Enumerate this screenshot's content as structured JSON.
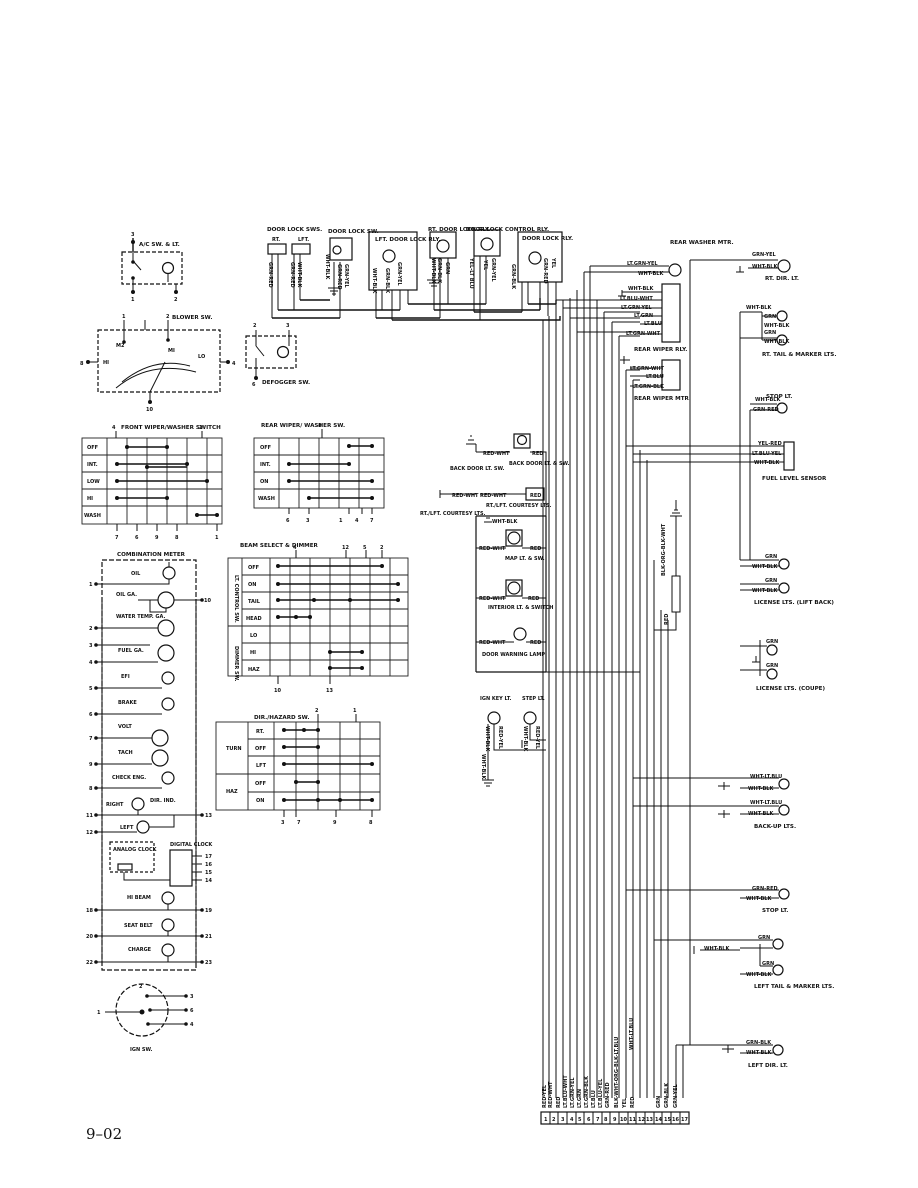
{
  "page_number": "9–02",
  "ac_switch": {
    "title": "A/C SW. & LT.",
    "pins": [
      "3",
      "1",
      "2"
    ]
  },
  "blower_switch": {
    "title": "BLOWER SW.",
    "pins": [
      "1",
      "2",
      "8",
      "4",
      "10"
    ],
    "positions": [
      "M2",
      "MI",
      "HI",
      "LO"
    ]
  },
  "defogger_switch": {
    "title": "DEFOGGER SW.",
    "pins": [
      "2",
      "3",
      "6"
    ]
  },
  "front_wiper_switch": {
    "title": "FRONT WIPER/WASHER SWITCH",
    "top_pins": [
      "4",
      "2"
    ],
    "rows": [
      "OFF",
      "INT.",
      "LOW",
      "HI",
      "WASH"
    ],
    "bottom_pins": [
      "7",
      "6",
      "9",
      "8",
      "1"
    ]
  },
  "rear_wiper_switch": {
    "title": "REAR WIPER/ WASHER SW.",
    "top_pins": [
      "8"
    ],
    "rows": [
      "OFF",
      "INT.",
      "ON",
      "WASH"
    ],
    "bottom_pins": [
      "6",
      "3",
      "1",
      "4",
      "7"
    ]
  },
  "beam_select": {
    "title": "BEAM SELECT & DIMMER",
    "group1": "LT. CONTROL SW.",
    "group2": "DIMMER SW.",
    "rows": [
      "OFF",
      "ON",
      "TAIL",
      "HEAD",
      "LO",
      "HI",
      "HAZ"
    ],
    "top_pins": [
      "4",
      "12",
      "5",
      "2"
    ],
    "bottom_pins": [
      "10",
      "13"
    ]
  },
  "dir_hazard": {
    "title": "DIR./HAZARD SW.",
    "top_pins": [
      "2",
      "1"
    ],
    "group1": "TURN",
    "group2": "HAZ",
    "rows": [
      "RT.",
      "OFF",
      "LFT",
      "OFF",
      "ON"
    ],
    "bottom_pins": [
      "3",
      "7",
      "9",
      "8"
    ]
  },
  "combination_meter": {
    "title": "COMBINATION METER",
    "items": [
      "OIL",
      "OIL GA.",
      "WATER TEMP. GA.",
      "FUEL GA.",
      "EFI",
      "BRAKE",
      "VOLT",
      "TACH",
      "CHECK ENG.",
      "DIR. IND.",
      "RIGHT",
      "LEFT",
      "ANALOG CLOCK",
      "DIGITAL CLOCK",
      "HI BEAM",
      "SEAT BELT",
      "CHARGE"
    ],
    "left_pins": [
      "1",
      "2",
      "3",
      "4",
      "5",
      "6",
      "7",
      "9",
      "8",
      "11",
      "12",
      "18",
      "20",
      "22"
    ],
    "right_pins": [
      "10",
      "13",
      "17",
      "16",
      "15",
      "14",
      "19",
      "21",
      "23"
    ]
  },
  "ign_switch": {
    "title": "IGN SW.",
    "pins": [
      "1",
      "2",
      "3",
      "6",
      "4"
    ]
  },
  "door_lock": {
    "titles": [
      "DOOR LOCK SWS.",
      "DOOR LOCK SW.",
      "LFT. DOOR LOCK RLY.",
      "RT. DOOR LOCK RLY.",
      "DOOR LOCK CONTROL RLY.",
      "DOOR LOCK RLY."
    ],
    "sub_labels": [
      "RT.",
      "LFT."
    ],
    "wires": [
      "GRN-RED",
      "GRN-RED",
      "WHT-BLK",
      "WHT-BLK",
      "GRN-RED",
      "GRN-YEL",
      "WHT-BLK",
      "GRN-BLK",
      "GRN-YEL",
      "WHT-BLK",
      "GRN-BLK",
      "GRN",
      "YEL-LT BLU",
      "YEL",
      "GRN-YEL",
      "GRN-BLK",
      "GRN-RED",
      "YEL"
    ]
  },
  "rear_lamps": {
    "rear_washer": "REAR WASHER MTR.",
    "rear_washer_wires": [
      "LT.GRN-YEL",
      "WHT-BLK"
    ],
    "rear_wiper_rly": "REAR WIPER RLY.",
    "rear_wiper_rly_wires": [
      "WHT-BLK",
      "LT.BLU-WHT",
      "LT.GRN-YEL",
      "LT.GRN",
      "LT.BLU",
      "LT.GRN-WHT"
    ],
    "rear_wiper_mtr": "REAR WIPER MTR.",
    "rear_wiper_mtr_wires": [
      "LT.GRN-WHT",
      "LT.BLU",
      "LT.GRN-BLK"
    ],
    "rt_dir": "RT. DIR. LT.",
    "rt_dir_wires": [
      "GRN-YEL",
      "WHT-BLK"
    ],
    "rt_tail": "RT. TAIL & MARKER LTS.",
    "rt_tail_wires": [
      "WHT-BLK",
      "GRN",
      "WHT-BLK",
      "GRN",
      "WHT-BLK"
    ],
    "stop_lt": "STOP LT.",
    "stop_lt_wires": [
      "WHT-BLK",
      "GRN-RED"
    ],
    "fuel_sensor": "FUEL LEVEL SENSOR",
    "fuel_wires": [
      "YEL-RED",
      "LT.BLU-YEL",
      "WHT-BLK"
    ],
    "license_lift": "LICENSE LTS. (LIFT BACK)",
    "license_lift_wires": [
      "GRN",
      "WHT-BLK",
      "GRN",
      "WHT-BLK"
    ],
    "license_coupe": "LICENSE LTS. (COUPE)",
    "license_coupe_wires": [
      "GRN",
      "GRN"
    ],
    "backup": "BACK-UP LTS.",
    "backup_wires": [
      "WHT-LT.BLU",
      "WHT-BLK",
      "WHT-LT.BLU",
      "WHT-BLK"
    ],
    "stop_lt2": "STOP LT.",
    "stop_lt2_wires": [
      "GRN-RED",
      "WHT-BLK"
    ],
    "left_tail": "LEFT TAIL & MARKER LTS.",
    "left_tail_wires": [
      "GRN",
      "WHT-BLK",
      "GRN",
      "WHT-BLK"
    ],
    "left_dir": "LEFT DIR. LT.",
    "left_dir_wires": [
      "GRN-BLK",
      "WHT-BLK"
    ]
  },
  "interior": {
    "back_door": "BACK DOOR LT. & SW.",
    "back_door_sw": "BACK DOOR LT. SW.",
    "courtesy_sw": "RT./LFT. COURTESY LTS.",
    "courtesy": "RT./LFT. COURTESY LTS.",
    "map_lt": "MAP LT. & SW.",
    "interior_lt": "INTERIOR LT. & SWITCH",
    "door_warning": "DOOR WARNING LAMP",
    "ign_key": "IGN KEY LT.",
    "step": "STEP LT.",
    "wires": [
      "RED-WHT",
      "RED",
      "RED-WHT",
      "RED-WHT",
      "RED",
      "WHT-BLK",
      "RED-WHT",
      "RED",
      "RED-WHT",
      "RED",
      "RED-WHT",
      "RED",
      "WHT-BLK",
      "RED-YEL",
      "WHT-BLK",
      "RED-YEL",
      "WHT-BLK",
      "BLK-ORG-BLK-WHT",
      "RED"
    ]
  },
  "connector": {
    "numbers": [
      "1",
      "2",
      "3",
      "4",
      "5",
      "6",
      "7",
      "8",
      "9",
      "10",
      "11",
      "12",
      "13",
      "14",
      "15",
      "16",
      "17"
    ],
    "wires": [
      "RED-YEL",
      "RED-WHT",
      "RED",
      "LT.BLU-WHT",
      "LT.GRN-YEL",
      "LT.GRN",
      "LT.GRN-BLK",
      "LT.BLU",
      "LT.BLU-YEL",
      "GRN-RED",
      "BLK-WHT-ORG-BLK-LT.BLU",
      "YEL",
      "RED",
      "GRN",
      "GRN-BLK",
      "GRN-YEL",
      "WHT-LT.BLU"
    ]
  }
}
